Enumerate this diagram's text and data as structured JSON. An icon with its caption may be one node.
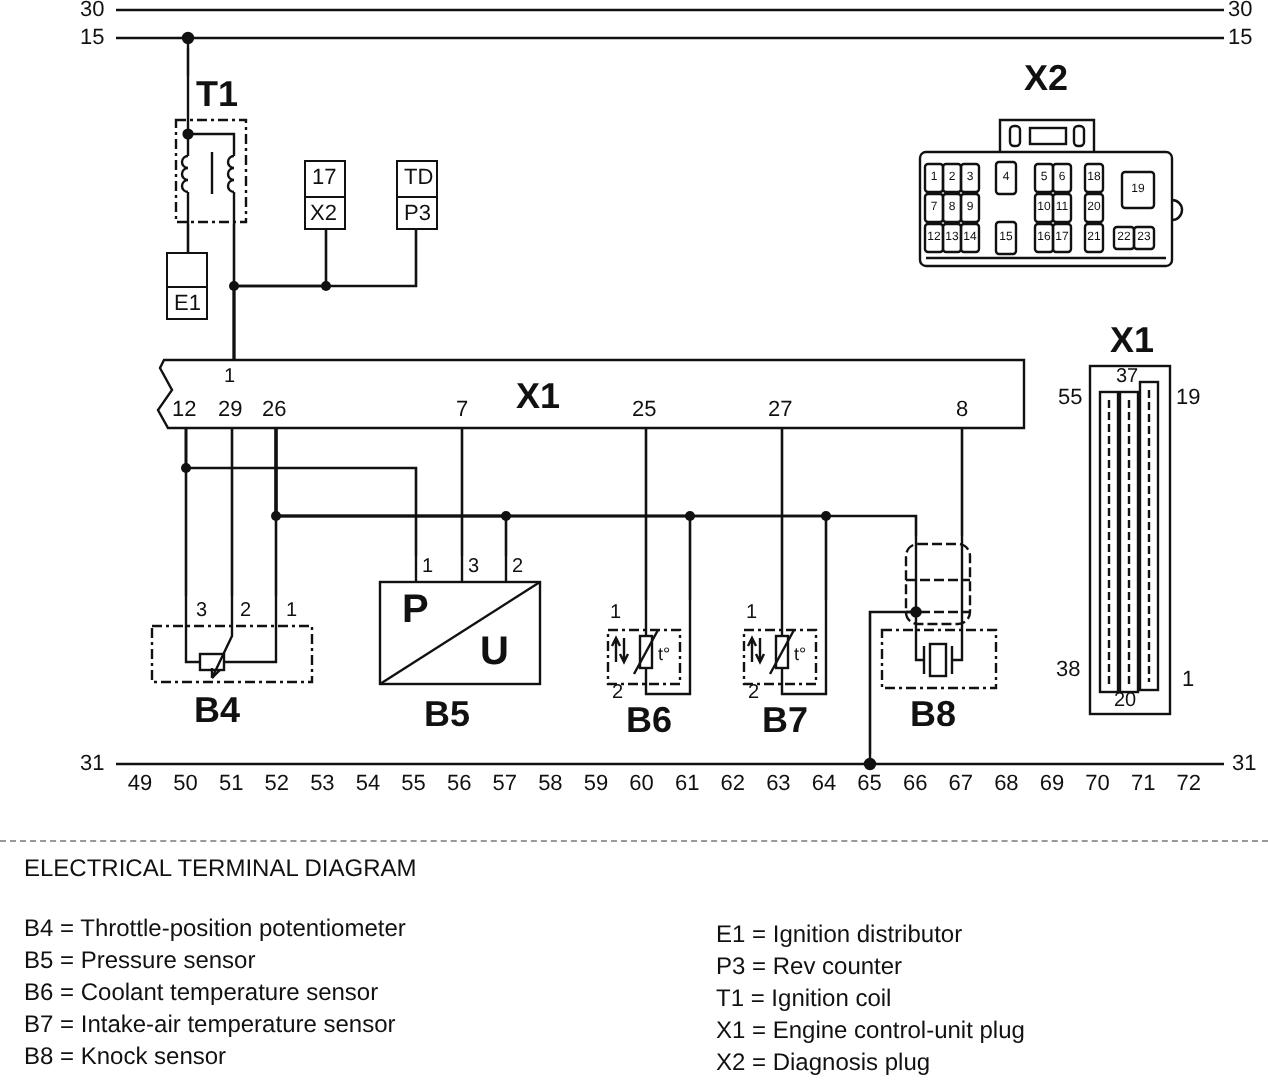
{
  "diagram": {
    "caption": "ELECTRICAL TERMINAL DIAGRAM",
    "nodes": [
      {
        "text": [
          "30",
          "30"
        ]
      },
      {
        "text": [
          "15",
          "15"
        ]
      },
      {
        "text": [
          "T1"
        ]
      },
      {
        "text": [
          "E1"
        ]
      },
      {
        "text": [
          "17",
          "X2"
        ]
      },
      {
        "text": [
          "TD",
          "P3"
        ]
      },
      {
        "text": [
          "1",
          "12",
          "29",
          "26",
          "7",
          "X1",
          "25",
          "27",
          "8"
        ]
      },
      {
        "text": [
          "3",
          "2",
          "1",
          "B4"
        ]
      },
      {
        "text": [
          "1",
          "3",
          "2",
          "P",
          "U",
          "B5"
        ]
      },
      {
        "text": [
          "1",
          "t°",
          "2",
          "B6"
        ]
      },
      {
        "text": [
          "1",
          "t°",
          "2",
          "B7"
        ]
      },
      {
        "text": [
          "B8"
        ]
      },
      {
        "text": [
          "31",
          "31"
        ]
      },
      {
        "text": [
          "X2",
          "1",
          "2",
          "3",
          "4",
          "5",
          "6",
          "18",
          "19",
          "7",
          "8",
          "9",
          "10",
          "11",
          "20",
          "12",
          "13",
          "14",
          "15",
          "16",
          "17",
          "21",
          "22",
          "23"
        ]
      },
      {
        "text": [
          "X1",
          "37",
          "55",
          "19",
          "38",
          "20",
          "1"
        ]
      }
    ],
    "edges": [
      {
        "from": 1,
        "to": 2,
        "arrow": "none"
      },
      {
        "from": 2,
        "to": 3,
        "arrow": "none"
      },
      {
        "from": 2,
        "to": 6,
        "arrow": "none"
      },
      {
        "from": 6,
        "to": 4,
        "arrow": "none"
      },
      {
        "from": 6,
        "to": 5,
        "arrow": "none"
      },
      {
        "from": 6,
        "to": 7,
        "arrow": "none"
      },
      {
        "from": 6,
        "to": 8,
        "arrow": "none"
      },
      {
        "from": 6,
        "to": 7,
        "arrow": "none"
      },
      {
        "from": 6,
        "to": 7,
        "arrow": "none"
      },
      {
        "from": 6,
        "to": 8,
        "arrow": "none"
      },
      {
        "from": 6,
        "to": 8,
        "arrow": "none"
      },
      {
        "from": 6,
        "to": 9,
        "arrow": "none"
      },
      {
        "from": 6,
        "to": 9,
        "arrow": "none"
      },
      {
        "from": 6,
        "to": 10,
        "arrow": "none"
      },
      {
        "from": 6,
        "to": 10,
        "arrow": "none"
      },
      {
        "from": 6,
        "to": 11,
        "arrow": "none"
      },
      {
        "from": 6,
        "to": 11,
        "arrow": "none"
      },
      {
        "from": 11,
        "to": 12,
        "arrow": "none"
      }
    ],
    "labels": [
      "49",
      "50",
      "51",
      "52",
      "53",
      "54",
      "55",
      "56",
      "57",
      "58",
      "59",
      "60",
      "61",
      "62",
      "63",
      "64",
      "65",
      "66",
      "67",
      "68",
      "69",
      "70",
      "71",
      "72",
      "B4 = Throttle-position potentiometer",
      "B5 = Pressure sensor",
      "B6 = Coolant temperature sensor",
      "B7 = Intake-air temperature sensor",
      "B8 = Knock sensor",
      "E1 = Ignition distributor",
      "P3 = Rev counter",
      "T1 = Ignition coil",
      "X1 = Engine control-unit plug",
      "X2 = Diagnosis plug"
    ]
  }
}
